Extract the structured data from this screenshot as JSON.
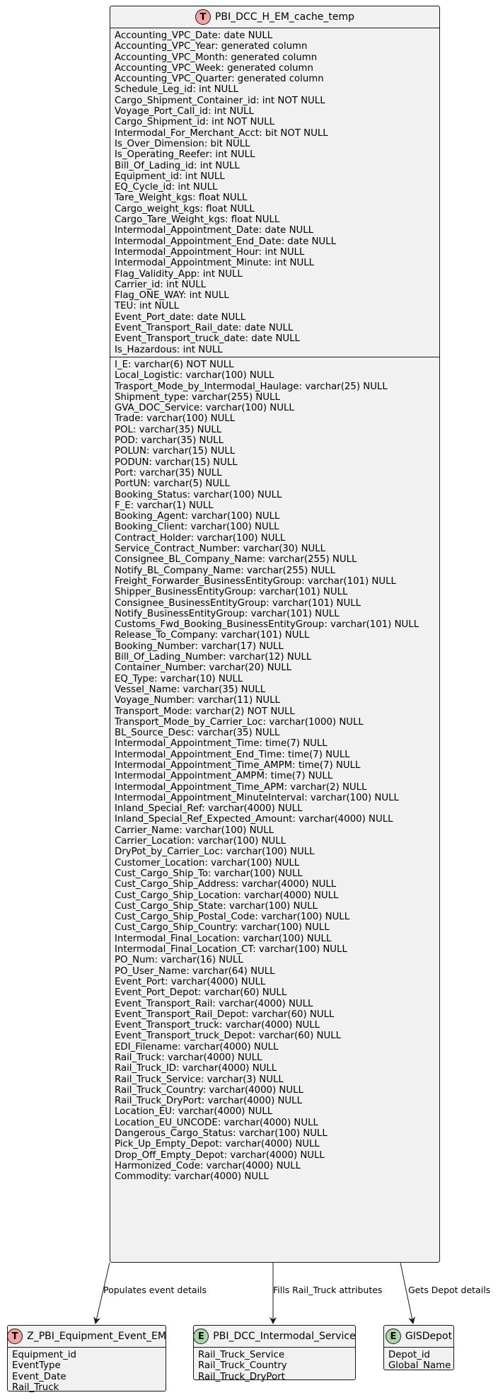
{
  "main_entity": {
    "badge": "T",
    "name": "PBI_DCC_H_EM_cache_temp",
    "fields_top": [
      "Accounting_VPC_Date: date NULL",
      "Accounting_VPC_Year: generated column",
      "Accounting_VPC_Month: generated column",
      "Accounting_VPC_Week: generated column",
      "Accounting_VPC_Quarter: generated column",
      "Schedule_Leg_id: int NULL",
      "Cargo_Shipment_Container_id: int NOT NULL",
      "Voyage_Port_Call_id: int NULL",
      "Cargo_Shipment_id: int NOT NULL",
      "Intermodal_For_Merchant_Acct: bit NOT NULL",
      "Is_Over_Dimension: bit NULL",
      "Is_Operating_Reefer: int NULL",
      "Bill_Of_Lading_id: int NULL",
      "Equipment_id: int NULL",
      "EQ_Cycle_id: int NULL",
      "Tare_Weight_kgs: float NULL",
      "Cargo_weight_kgs: float NULL",
      "Cargo_Tare_Weight_kgs: float NULL",
      "Intermodal_Appointment_Date: date NULL",
      "Intermodal_Appointment_End_Date: date NULL",
      "Intermodal_Appointment_Hour: int NULL",
      "Intermodal_Appointment_Minute: int NULL",
      "Flag_Validity_App: int NULL",
      "Carrier_id: int NULL",
      "Flag_ONE_WAY: int NULL",
      "TEU: int NULL",
      "Event_Port_date: date NULL",
      "Event_Transport_Rail_date: date NULL",
      "Event_Transport_truck_date: date NULL",
      "Is_Hazardous: int NULL"
    ],
    "fields_bottom": [
      "I_E: varchar(6) NOT NULL",
      "Local_Logistic: varchar(100) NULL",
      "Trasport_Mode_by_Intermodal_Haulage: varchar(25) NULL",
      "Shipment_type: varchar(255) NULL",
      "GVA_DOC_Service: varchar(100) NULL",
      "Trade: varchar(100) NULL",
      "POL: varchar(35) NULL",
      "POD: varchar(35) NULL",
      "POLUN: varchar(15) NULL",
      "PODUN: varchar(15) NULL",
      "Port: varchar(35) NULL",
      "PortUN: varchar(5) NULL",
      "Booking_Status: varchar(100) NULL",
      "F_E: varchar(1) NULL",
      "Booking_Agent: varchar(100) NULL",
      "Booking_Client: varchar(100) NULL",
      "Contract_Holder: varchar(100) NULL",
      "Service_Contract_Number: varchar(30) NULL",
      "Consignee_BL_Company_Name: varchar(255) NULL",
      "Notify_BL_Company_Name: varchar(255) NULL",
      "Freight_Forwarder_BusinessEntityGroup: varchar(101) NULL",
      "Shipper_BusinessEntityGroup: varchar(101) NULL",
      "Consignee_BusinessEntityGroup: varchar(101) NULL",
      "Notify_BusinessEntityGroup: varchar(101) NULL",
      "Customs_Fwd_Booking_BusinessEntityGroup: varchar(101) NULL",
      "Release_To_Company: varchar(101) NULL",
      "Booking_Number: varchar(17) NULL",
      "Bill_Of_Lading_Number: varchar(12) NULL",
      "Container_Number: varchar(20) NULL",
      "EQ_Type: varchar(10) NULL",
      "Vessel_Name: varchar(35) NULL",
      "Voyage_Number: varchar(11) NULL",
      "Transport_Mode: varchar(2) NOT NULL",
      "Transport_Mode_by_Carrier_Loc: varchar(1000) NULL",
      "BL_Source_Desc: varchar(35) NULL",
      "Intermodal_Appointment_Time: time(7) NULL",
      "Intermodal_Appointment_End_Time: time(7) NULL",
      "Intermodal_Appointment_Time_AMPM: time(7) NULL",
      "Intermodal_Appointment_AMPM: time(7) NULL",
      "Intermodal_Appointment_Time_APM: varchar(2) NULL",
      "Intermodal_Appointment_MinuteInterval: varchar(100) NULL",
      "Inland_Special_Ref: varchar(4000) NULL",
      "Inland_Special_Ref_Expected_Amount: varchar(4000) NULL",
      "Carrier_Name: varchar(100) NULL",
      "Carrier_Location: varchar(100) NULL",
      "DryPot_by_Carrier_Loc: varchar(100) NULL",
      "Customer_Location: varchar(100) NULL",
      "Cust_Cargo_Ship_To: varchar(100) NULL",
      "Cust_Cargo_Ship_Address: varchar(4000) NULL",
      "Cust_Cargo_Ship_Location: varchar(4000) NULL",
      "Cust_Cargo_Ship_State: varchar(100) NULL",
      "Cust_Cargo_Ship_Postal_Code: varchar(100) NULL",
      "Cust_Cargo_Ship_Country: varchar(100) NULL",
      "Intermodal_Final_Location: varchar(100) NULL",
      "Intermodal_Final_Location_CT: varchar(100) NULL",
      "PO_Num: varchar(16) NULL",
      "PO_User_Name: varchar(64) NULL",
      "Event_Port: varchar(4000) NULL",
      "Event_Port_Depot: varchar(60) NULL",
      "Event_Transport_Rail: varchar(4000) NULL",
      "Event_Transport_Rail_Depot: varchar(60) NULL",
      "Event_Transport_truck: varchar(4000) NULL",
      "Event_Transport_truck_Depot: varchar(60) NULL",
      "EDI_Filename: varchar(4000) NULL",
      "Rail_Truck: varchar(4000) NULL",
      "Rail_Truck_ID: varchar(4000) NULL",
      "Rail_Truck_Service: varchar(3) NULL",
      "Rail_Truck_Country: varchar(4000) NULL",
      "Rail_Truck_DryPort: varchar(4000) NULL",
      "Location_EU: varchar(4000) NULL",
      "Location_EU_UNCODE: varchar(4000) NULL",
      "Dangerous_Cargo_Status: varchar(100) NULL",
      "Pick_Up_Empty_Depot: varchar(4000) NULL",
      "Drop_Off_Empty_Depot: varchar(4000) NULL",
      "Harmonized_Code: varchar(4000) NULL",
      "Commodity: varchar(4000) NULL"
    ]
  },
  "child_entities": [
    {
      "badge": "T",
      "name": "Z_PBI_Equipment_Event_EM",
      "fields": [
        "Equipment_id",
        "EventType",
        "Event_Date",
        "Rail_Truck"
      ]
    },
    {
      "badge": "E",
      "name": "PBI_DCC_Intermodal_Service",
      "fields": [
        "Rail_Truck_Service",
        "Rail_Truck_Country",
        "Rail_Truck_DryPort"
      ]
    },
    {
      "badge": "E",
      "name": "GISDepot",
      "fields": [
        "Depot_id",
        "Global_Name"
      ]
    }
  ],
  "relationships": [
    {
      "label": "Populates event details"
    },
    {
      "label": "Fills Rail_Truck attributes"
    },
    {
      "label": "Gets Depot details"
    }
  ],
  "colors": {
    "entity_fill": "#f1f1f1",
    "border": "#181818",
    "badge_table": "#f4a3a3",
    "badge_entity": "#a9d5a9"
  }
}
